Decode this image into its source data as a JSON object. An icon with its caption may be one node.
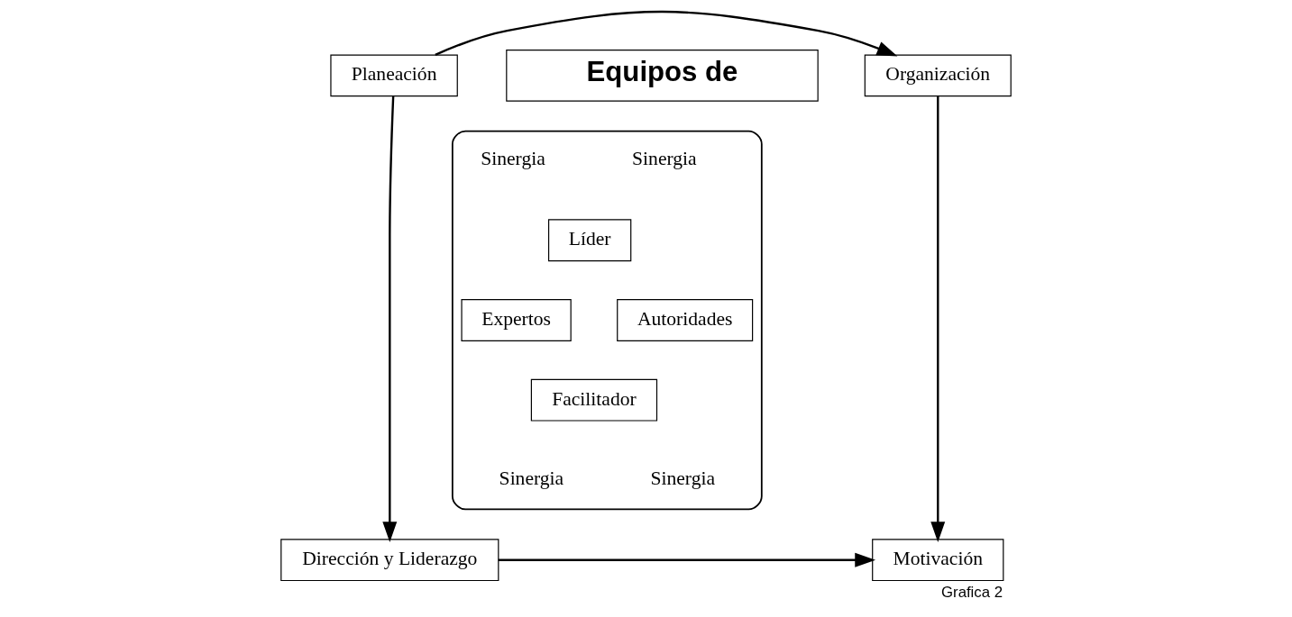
{
  "diagram": {
    "caption": "Grafica 2",
    "nodes": [
      {
        "text": [
          "Planeación"
        ]
      },
      {
        "text": [
          "Equipos de"
        ]
      },
      {
        "text": [
          "Organización"
        ]
      },
      {
        "text": [],
        "shape": "box"
      },
      {
        "text": [
          "Líder"
        ],
        "in": 3
      },
      {
        "text": [
          "Expertos"
        ],
        "in": 3
      },
      {
        "text": [
          "Autoridades"
        ],
        "in": 3
      },
      {
        "text": [
          "Facilitador"
        ],
        "in": 3
      },
      {
        "text": [
          "Dirección y Liderazgo"
        ]
      },
      {
        "text": [
          "Motivación"
        ]
      }
    ],
    "edges": [
      {
        "from": 0,
        "to": 2,
        "arrow": "to"
      },
      {
        "from": 0,
        "to": 8,
        "arrow": "to"
      },
      {
        "from": 2,
        "to": 9,
        "arrow": "to"
      },
      {
        "from": 8,
        "to": 9,
        "arrow": "to"
      }
    ],
    "labels": [
      "Sinergia",
      "Sinergia",
      "Sinergia",
      "Sinergia"
    ]
  }
}
